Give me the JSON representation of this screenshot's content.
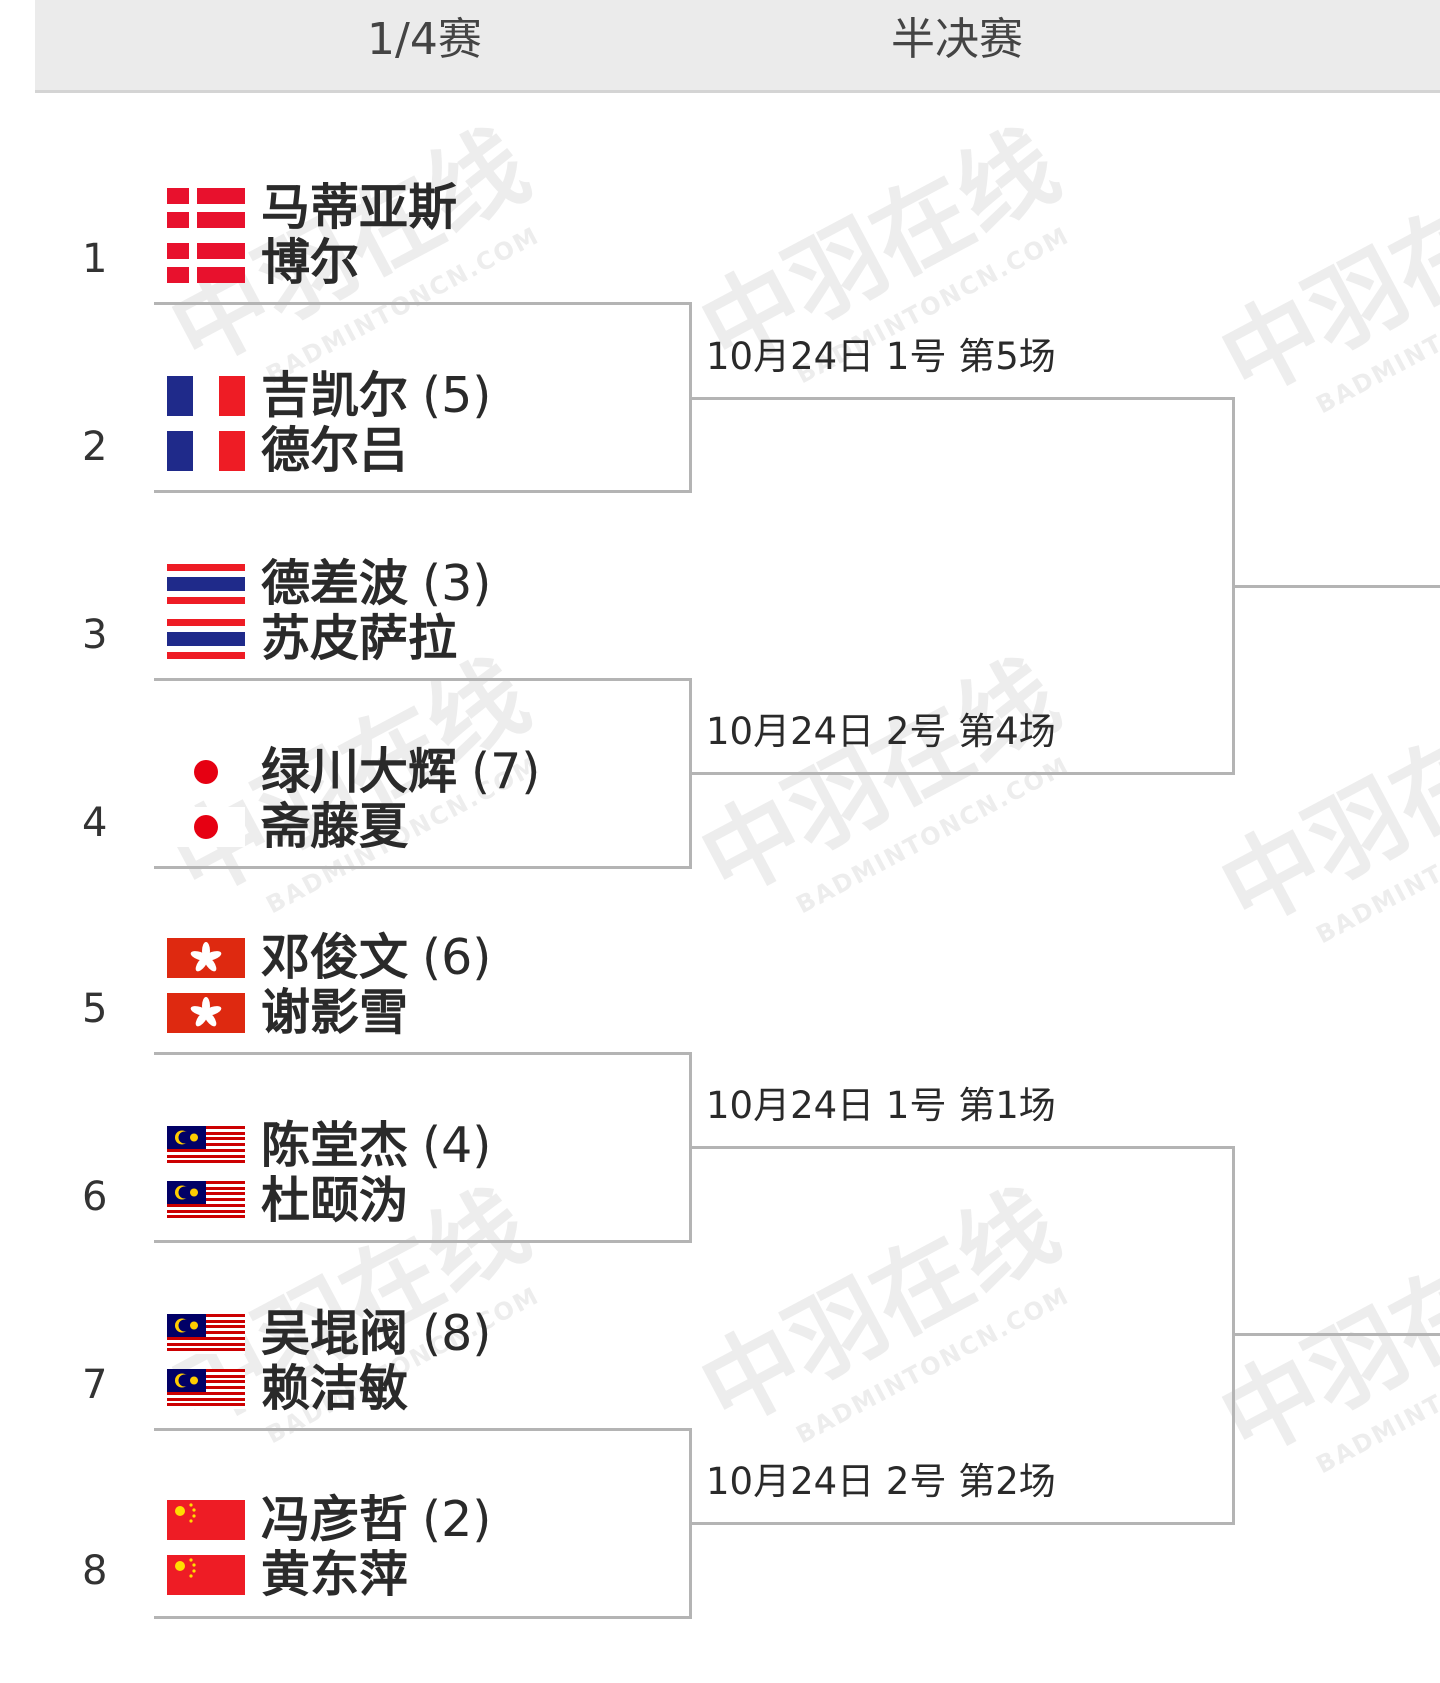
{
  "rounds": {
    "quarterfinal": "1/4赛",
    "semifinal": "半决赛"
  },
  "watermark": {
    "main": "中羽在线",
    "sub": "BADMINTONCN.COM"
  },
  "entries": [
    {
      "seed_no": "1",
      "players": [
        {
          "name": "马蒂亚斯",
          "flag": "denmark-flag"
        },
        {
          "name": "博尔",
          "flag": "denmark-flag"
        }
      ],
      "seed_label": ""
    },
    {
      "seed_no": "2",
      "players": [
        {
          "name": "吉凯尔",
          "flag": "france-flag"
        },
        {
          "name": "德尔吕",
          "flag": "france-flag"
        }
      ],
      "seed_label": "(5)"
    },
    {
      "seed_no": "3",
      "players": [
        {
          "name": "德差波",
          "flag": "thailand-flag"
        },
        {
          "name": "苏皮萨拉",
          "flag": "thailand-flag"
        }
      ],
      "seed_label": "(3)"
    },
    {
      "seed_no": "4",
      "players": [
        {
          "name": "绿川大辉",
          "flag": "japan-flag"
        },
        {
          "name": "斋藤夏",
          "flag": "japan-flag"
        }
      ],
      "seed_label": "(7)"
    },
    {
      "seed_no": "5",
      "players": [
        {
          "name": "邓俊文",
          "flag": "hong-kong-flag"
        },
        {
          "name": "谢影雪",
          "flag": "hong-kong-flag"
        }
      ],
      "seed_label": "(6)"
    },
    {
      "seed_no": "6",
      "players": [
        {
          "name": "陈堂杰",
          "flag": "malaysia-flag"
        },
        {
          "name": "杜颐沩",
          "flag": "malaysia-flag"
        }
      ],
      "seed_label": "(4)"
    },
    {
      "seed_no": "7",
      "players": [
        {
          "name": "吴堒阀",
          "flag": "malaysia-flag"
        },
        {
          "name": "赖洁敏",
          "flag": "malaysia-flag"
        }
      ],
      "seed_label": "(8)"
    },
    {
      "seed_no": "8",
      "players": [
        {
          "name": "冯彦哲",
          "flag": "china-flag"
        },
        {
          "name": "黄东萍",
          "flag": "china-flag"
        }
      ],
      "seed_label": "(2)"
    }
  ],
  "matches": [
    {
      "info": "10月24日 1号 第5场"
    },
    {
      "info": "10月24日 2号 第4场"
    },
    {
      "info": "10月24日 1号 第1场"
    },
    {
      "info": "10月24日 2号 第2场"
    }
  ],
  "colors": {
    "line": "#b4b4b4",
    "header_bg": "#ebebeb",
    "flag_red": "#ee1c25",
    "flag_blue": "#1f2a8a"
  }
}
